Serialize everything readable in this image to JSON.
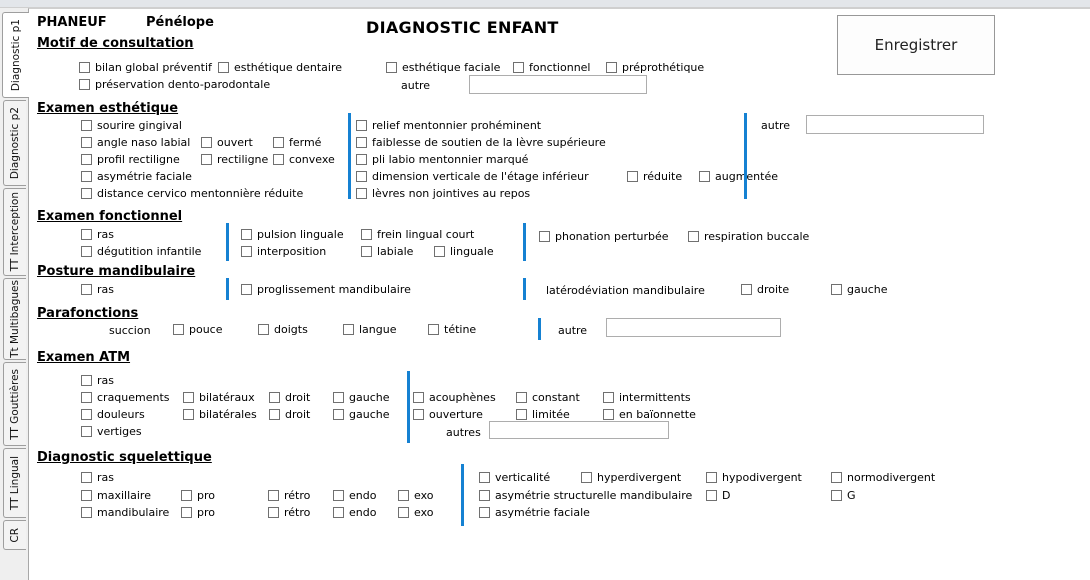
{
  "header": {
    "patient_last_name": "PHANEUF",
    "patient_first_name": "Pénélope",
    "form_title": "DIAGNOSTIC ENFANT",
    "save_button": "Enregistrer"
  },
  "tabs": [
    {
      "label": "Diagnostic p1",
      "active": true
    },
    {
      "label": "Diagnostic p2",
      "active": false
    },
    {
      "label": "TT Interception",
      "active": false
    },
    {
      "label": "Tt Multibagues",
      "active": false
    },
    {
      "label": "TT Gouttières",
      "active": false
    },
    {
      "label": "TT Lingual",
      "active": false
    },
    {
      "label": "CR",
      "active": false
    }
  ],
  "colors": {
    "divider_blue": "#1581d2",
    "panel_bg": "#ffffff",
    "chrome_bg": "#efefef"
  },
  "motif": {
    "title": "Motif de consultation",
    "bilan": "bilan global préventif",
    "esth_dentaire": "esthétique dentaire",
    "esth_faciale": "esthétique faciale",
    "fonctionnel": "fonctionnel",
    "preprothetique": "préprothétique",
    "preservation": "préservation dento-parodontale",
    "autre_label": "autre",
    "autre_value": ""
  },
  "esthetique": {
    "title": "Examen esthétique",
    "sourire": "sourire gingival",
    "angle": "angle naso labial",
    "ouvert": "ouvert",
    "ferme": "fermé",
    "profil": "profil rectiligne",
    "rectiligne": "rectiligne",
    "convexe": "convexe",
    "asymetrie": "asymétrie faciale",
    "distance": "distance cervico mentonnière réduite",
    "relief": "relief mentonnier prohéminent",
    "faiblesse": "faiblesse de soutien de la lèvre supérieure",
    "pli": "pli labio mentonnier marqué",
    "dimension": "dimension verticale de l'étage inférieur",
    "reduite": "réduite",
    "augmentee": "augmentée",
    "levres": "lèvres non jointives au repos",
    "autre_label": "autre",
    "autre_value": ""
  },
  "fonctionnel": {
    "title": "Examen fonctionnel",
    "ras": "ras",
    "degutition": "dégutition infantile",
    "pulsion": "pulsion linguale",
    "interposition": "interposition",
    "frein": "frein lingual court",
    "labiale": "labiale",
    "linguale": "linguale",
    "phonation": "phonation perturbée",
    "respiration": "respiration buccale"
  },
  "posture": {
    "title": "Posture mandibulaire",
    "ras": "ras",
    "proglissement": "proglissement mandibulaire",
    "laterodeviation": "latérodéviation mandibulaire",
    "droite": "droite",
    "gauche": "gauche"
  },
  "parafonctions": {
    "title": "Parafonctions",
    "succion": "succion",
    "pouce": "pouce",
    "doigts": "doigts",
    "langue": "langue",
    "tetine": "tétine",
    "autre_label": "autre",
    "autre_value": ""
  },
  "atm": {
    "title": "Examen ATM",
    "ras": "ras",
    "craquements": "craquements",
    "bilateraux": "bilatéraux",
    "droit": "droit",
    "gauche": "gauche",
    "douleurs": "douleurs",
    "bilaterales": "bilatérales",
    "vertiges": "vertiges",
    "acouphenes": "acouphènes",
    "constant": "constant",
    "intermittents": "intermittents",
    "ouverture": "ouverture",
    "limitee": "limitée",
    "baionnette": "en baïonnette",
    "autres_label": "autres",
    "autres_value": ""
  },
  "squelettique": {
    "title": "Diagnostic squelettique",
    "ras": "ras",
    "maxillaire": "maxillaire",
    "mandibulaire": "mandibulaire",
    "pro": "pro",
    "retro": "rétro",
    "endo": "endo",
    "exo": "exo",
    "verticalite": "verticalité",
    "hyperdivergent": "hyperdivergent",
    "hypodivergent": "hypodivergent",
    "normodivergent": "normodivergent",
    "asym_struct": "asymétrie structurelle mandibulaire",
    "d": "D",
    "g": "G",
    "asym_faciale": "asymétrie faciale"
  }
}
